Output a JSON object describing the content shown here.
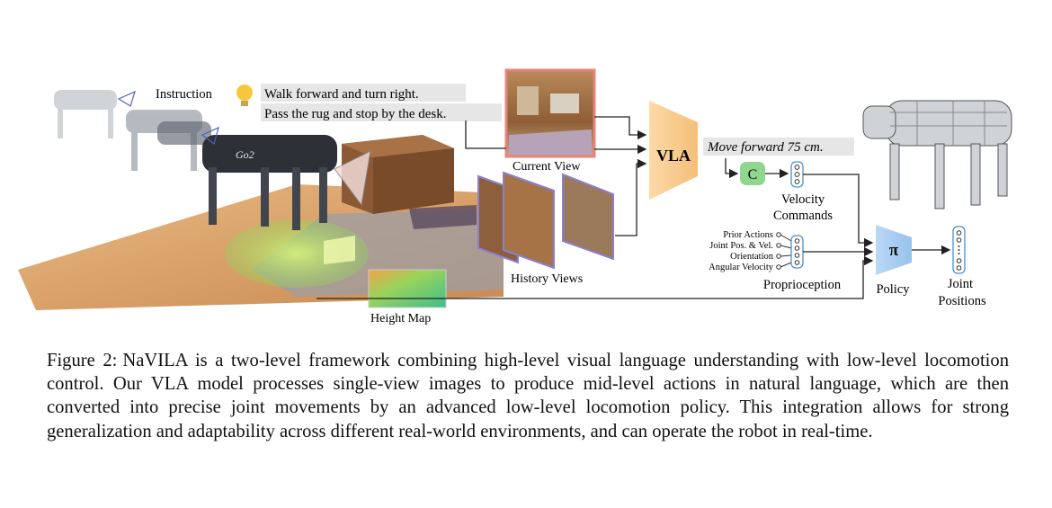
{
  "figure": {
    "instruction_label": "Instruction",
    "instruction_line1": "Walk forward and turn right.",
    "instruction_line2": "Pass the rug and stop by the desk.",
    "current_view_label": "Current View",
    "history_views_label": "History Views",
    "height_map_label": "Height Map",
    "vla_label": "VLA",
    "mid_action": "Move forward 75 cm.",
    "concat_symbol": "C",
    "velocity_label_line1": "Velocity",
    "velocity_label_line2": "Commands",
    "proprio_inputs": [
      "Prior Actions",
      "Joint Pos. & Vel.",
      "Orientation",
      "Angular Velocity"
    ],
    "proprioception_label": "Proprioception",
    "policy_symbol": "π",
    "policy_label": "Policy",
    "joint_label_line1": "Joint",
    "joint_label_line2": "Positions",
    "robot_badge": "Go2"
  },
  "caption": {
    "label": "Figure 2:",
    "text": "NaVILA is a two-level framework combining high-level visual language understanding with low-level locomotion control. Our VLA model processes single-view images to produce mid-level actions in natural language, which are then converted into precise joint movements by an advanced low-level locomotion policy. This integration allows for strong generalization and adaptability across different real-world environments, and can operate the robot in real-time."
  },
  "colors": {
    "vla": "#f7c98a",
    "policy": "#a9cdf2",
    "concat": "#8fd68f",
    "current_view_border": "#e8837a",
    "history_border": "#8a7fd0"
  }
}
